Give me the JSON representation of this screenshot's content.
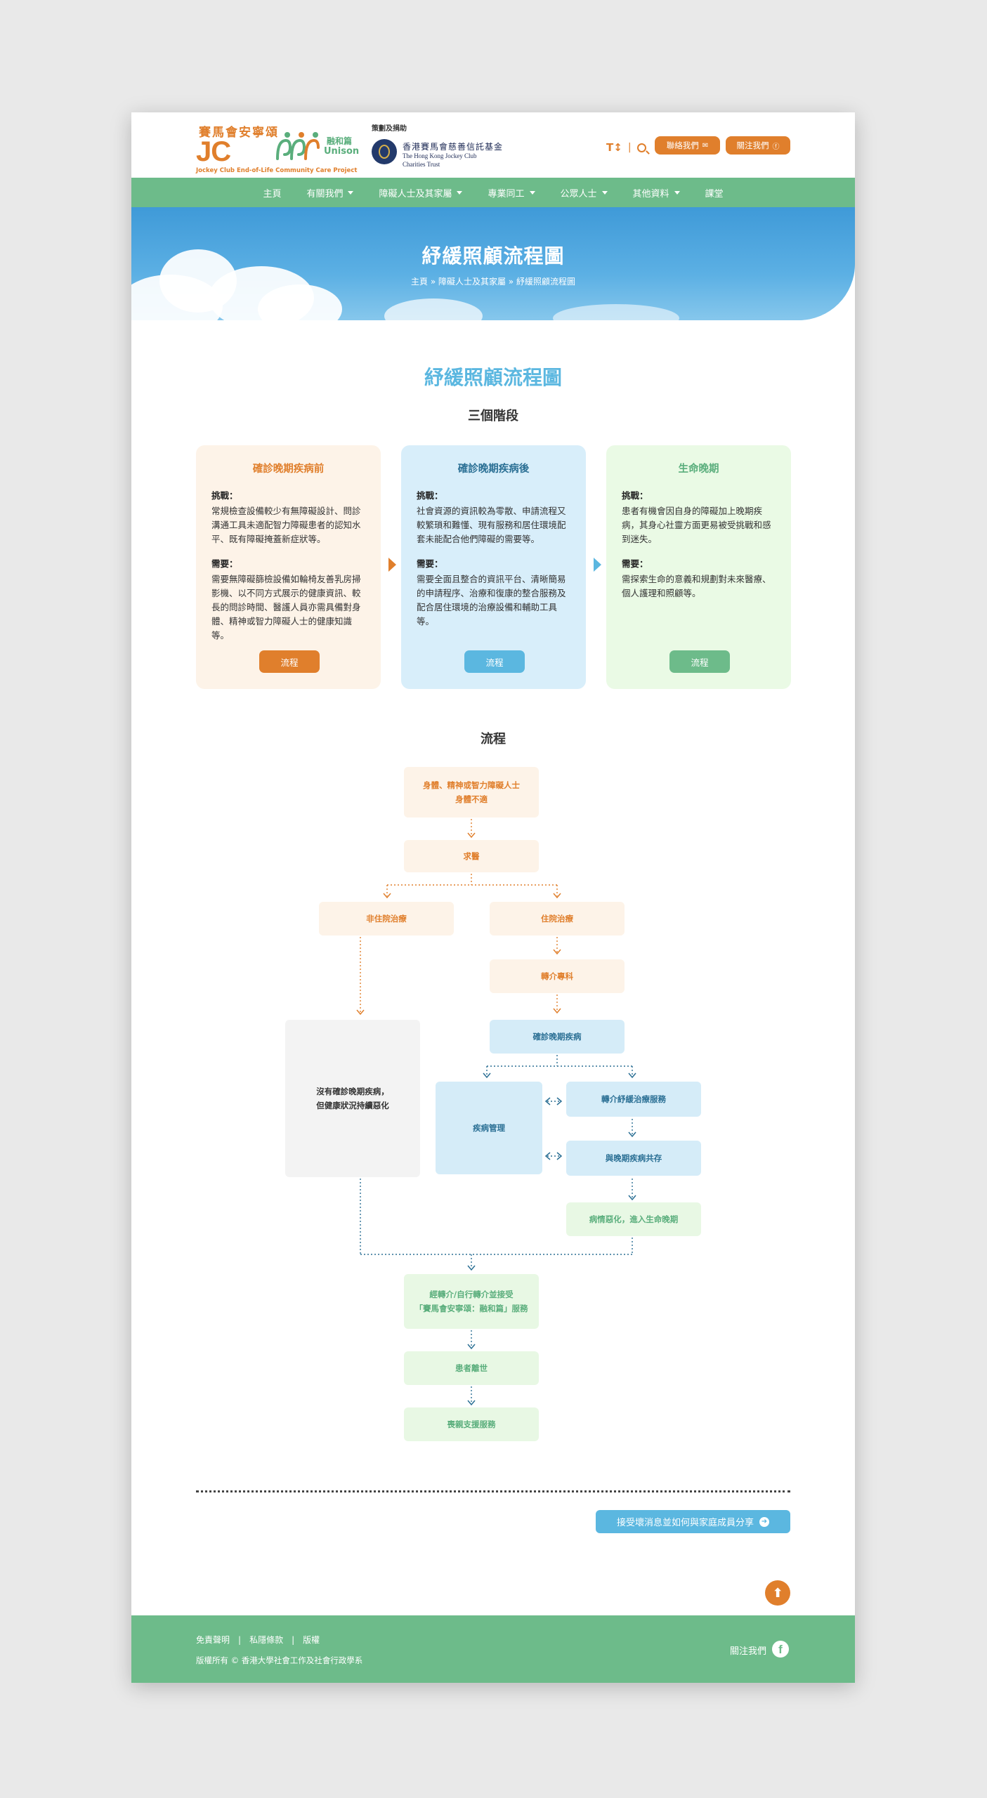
{
  "header": {
    "logo": {
      "cn_title": "賽馬會安寧頌",
      "jc": "JC",
      "unison_cn": "融和篇",
      "unison_en": "Unison",
      "sub_en": "Jockey Club End-of-Life Community Care Project"
    },
    "sponsor_label": "策劃及捐助",
    "sponsor": {
      "cn": "香港賽馬會慈善信託基金",
      "en1": "The Hong Kong Jockey Club",
      "en2": "Charities Trust"
    },
    "font_size_icon": "T↕",
    "separator": "|",
    "contact_label": "聯絡我們",
    "follow_label": "關注我們"
  },
  "nav": [
    {
      "label": "主頁"
    },
    {
      "label": "有關我們"
    },
    {
      "label": "障礙人士及其家屬"
    },
    {
      "label": "專業同工"
    },
    {
      "label": "公眾人士"
    },
    {
      "label": "其他資料"
    },
    {
      "label": "課堂"
    }
  ],
  "banner": {
    "title": "紓緩照顧流程圖",
    "breadcrumb": "主頁 » 障礙人士及其家屬 » 紓緩照顧流程圖"
  },
  "page_title": "紓緩照顧流程圖",
  "stages_heading": "三個階段",
  "stages": [
    {
      "title": "確診晚期疾病前",
      "challenge_label": "挑戰：",
      "challenge": " 常規檢查設備較少有無障礙設計、問診溝通工具未適配智力障礙患者的認知水平、既有障礙掩蓋新症狀等。",
      "need_label": "需要：",
      "need": "需要無障礙篩檢設備如輪椅友善乳房掃影機、以不同方式展示的健康資訊、較長的問診時間、醫護人員亦需具備對身體、精神或智力障礙人士的健康知識等。",
      "button": "流程"
    },
    {
      "title": "確診晚期疾病後",
      "challenge_label": "挑戰：",
      "challenge": "社會資源的資訊較為零散、申請流程又較繁瑣和難懂、現有服務和居住環境配套未能配合他們障礙的需要等。",
      "need_label": "需要：",
      "need": "需要全面且整合的資訊平台、清晰簡易的申請程序、治療和復康的整合服務及配合居住環境的治療設備和輔助工具等。",
      "button": "流程"
    },
    {
      "title": "生命晚期",
      "challenge_label": "挑戰：",
      "challenge": "患者有機會因自身的障礙加上晚期疾病，其身心社靈方面更易被受挑戰和感到迷失。",
      "need_label": "需要：",
      "need": "需探索生命的意義和規劃對未來醫療、個人護理和照顧等。",
      "button": "流程"
    }
  ],
  "flow_heading": "流程",
  "flow": {
    "n1": "身體、精神或智力障礙人士\n身體不適",
    "n2": "求醫",
    "n3": "非住院治療",
    "n4": "住院治療",
    "n5": "轉介專科",
    "n6": "確診晚期疾病",
    "n7": "沒有確診晚期疾病，\n但健康狀況持續惡化",
    "n8": "疾病管理",
    "n9": "轉介紓緩治療服務",
    "n10": "與晚期疾病共存",
    "n11": "病情惡化，進入生命晚期",
    "n12": "經轉介/自行轉介並接受\n「賽馬會安寧頌：融和篇」服務",
    "n13": "患者離世",
    "n14": "喪親支援服務"
  },
  "share_button": "接受壞消息並如何與家庭成員分享",
  "footer": {
    "links": [
      "免責聲明",
      "私隱條款",
      "版權"
    ],
    "pipe": "|",
    "copyright": "版權所有 © 香港大學社會工作及社會行政學系",
    "follow": "關注我們"
  },
  "colors": {
    "orange": "#e07f2c",
    "green": "#6dbb8a",
    "blue": "#5bb7e0",
    "navy": "#2a6f94"
  }
}
